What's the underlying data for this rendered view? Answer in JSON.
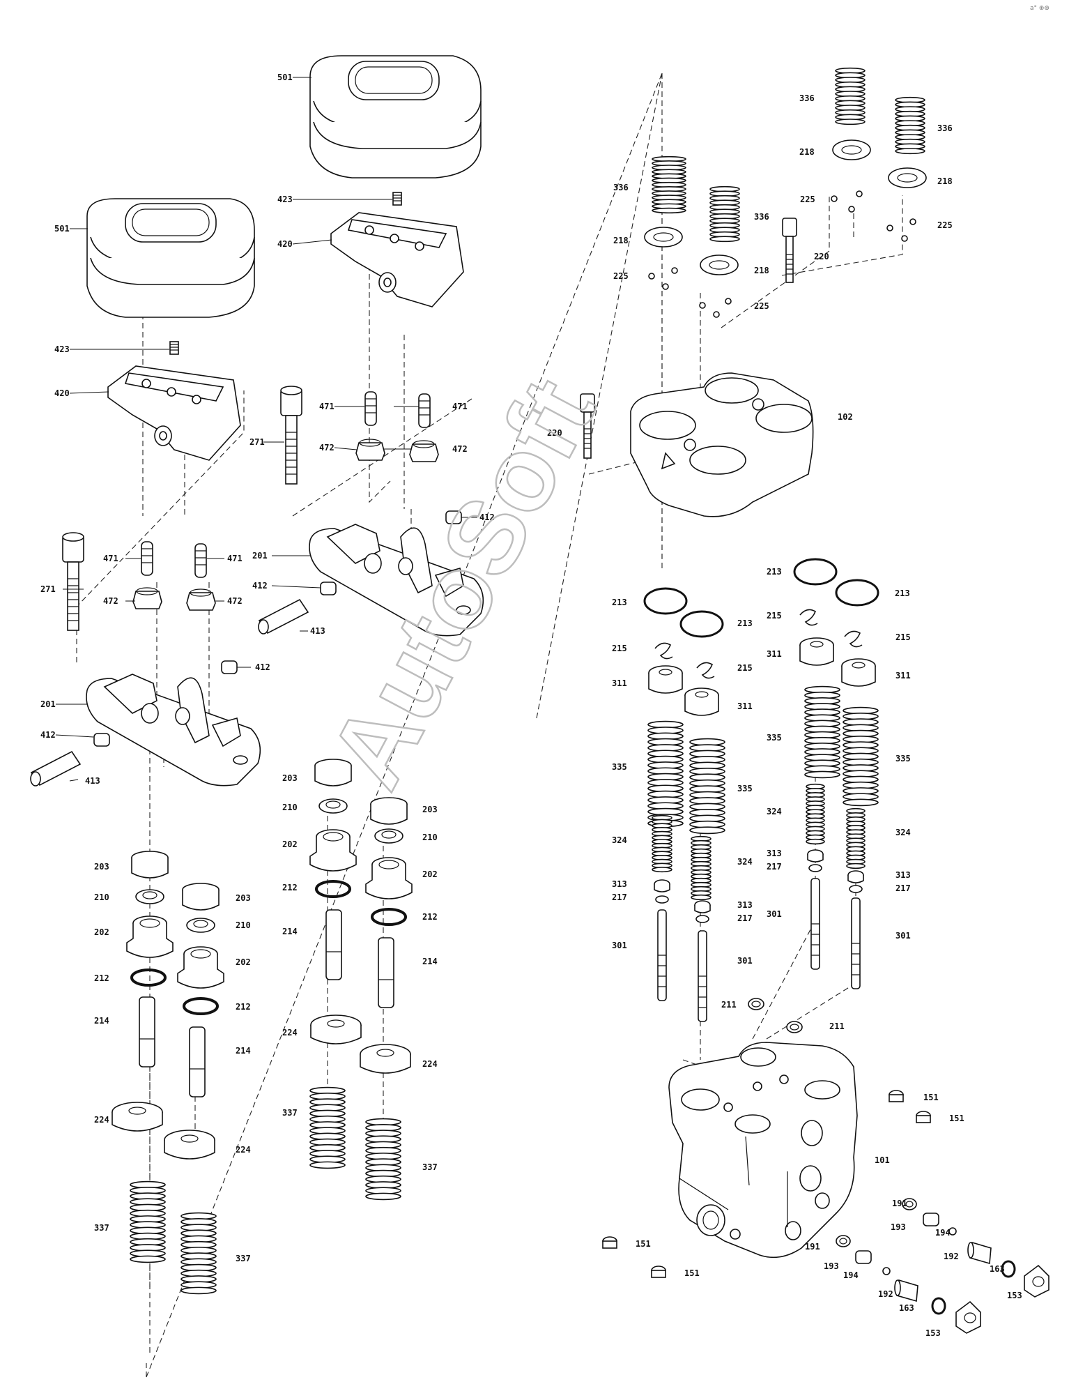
{
  "watermark": "AutoSoft",
  "corner_mark": "a° ⊕⊕",
  "labels": {
    "501": "501",
    "423": "423",
    "420": "420",
    "471": "471",
    "472": "472",
    "271": "271",
    "201": "201",
    "412": "412",
    "413": "413",
    "203": "203",
    "210": "210",
    "202": "202",
    "212": "212",
    "214": "214",
    "224": "224",
    "337": "337",
    "336": "336",
    "218": "218",
    "225": "225",
    "220": "220",
    "102": "102",
    "213": "213",
    "215": "215",
    "311": "311",
    "335": "335",
    "324": "324",
    "313": "313",
    "217": "217",
    "301": "301",
    "211": "211",
    "151": "151",
    "101": "101",
    "191": "191",
    "193": "193",
    "194": "194",
    "192": "192",
    "163": "163",
    "153": "153"
  }
}
